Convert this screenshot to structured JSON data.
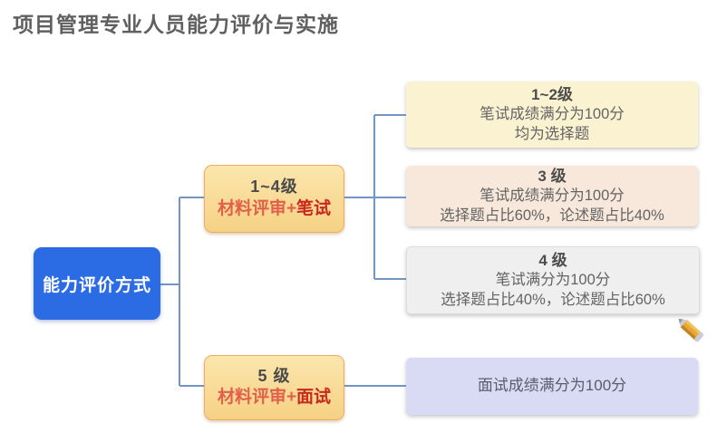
{
  "title": "项目管理专业人员能力评价与实施",
  "root": {
    "label": "能力评价方式"
  },
  "branches": {
    "written": {
      "level": "1~4级",
      "method_prefix": "材料评审+",
      "method_em": "笔试"
    },
    "interview": {
      "level": "5 级",
      "method_prefix": "材料评审+",
      "method_em": "面试"
    }
  },
  "leaves": {
    "l12": {
      "title": "1~2级",
      "line1": "笔试成绩满分为100分",
      "line2": "均为选择题"
    },
    "l3": {
      "title": "3 级",
      "line1": "笔试成绩满分为100分",
      "line2": "选择题占比60%，论述题占比40%"
    },
    "l4": {
      "title": "4 级",
      "line1": "笔试满分为100分",
      "line2": "选择题占比40%，论述题占比60%"
    },
    "l5": {
      "line1": "面试成绩满分为100分"
    }
  },
  "icons": {
    "pencil": "pencil-icon"
  },
  "colors": {
    "root_bg": "#2B6BE3",
    "root_text": "#FFFFFF",
    "mid_bg_top": "#FBE6AC",
    "mid_bg_bottom": "#F6D185",
    "mid_border": "#EFAC60",
    "method_prefix_text": "#E2604A",
    "method_em_text": "#C9281C",
    "leaf_yellow": "#FAF2D1",
    "leaf_peach": "#F7E8DB",
    "leaf_gray": "#EFEFEF",
    "leaf_lavender": "#D9DBF4",
    "connector": "#7296C3",
    "title_text": "#606060",
    "heading_text": "#4D4D4D",
    "body_text": "#646464"
  }
}
